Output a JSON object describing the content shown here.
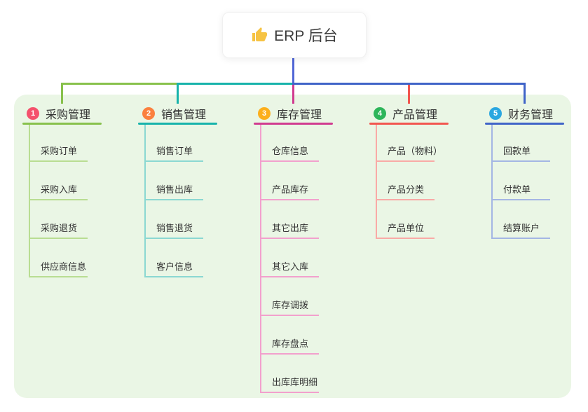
{
  "root": {
    "label": "ERP 后台",
    "icon": "thumbs-up-icon",
    "icon_color": "#f6c343",
    "connector_color": "#5166d6"
  },
  "panel": {
    "background": "#eaf6e5"
  },
  "branches": [
    {
      "number": "1",
      "label": "采购管理",
      "badge_color": "#f4516c",
      "line_color": "#88c14c",
      "light_line_color": "#b9dd92",
      "connector_color": "#88c14c",
      "children": [
        "采购订单",
        "采购入库",
        "采购退货",
        "供应商信息"
      ]
    },
    {
      "number": "2",
      "label": "销售管理",
      "badge_color": "#fb803e",
      "line_color": "#17b3ab",
      "light_line_color": "#8bd8d2",
      "connector_color": "#17b3ab",
      "children": [
        "销售订单",
        "销售出库",
        "销售退货",
        "客户信息"
      ]
    },
    {
      "number": "3",
      "label": "库存管理",
      "badge_color": "#fcaf1c",
      "line_color": "#d13b90",
      "light_line_color": "#f2a0cd",
      "connector_color": "#d13b90",
      "children": [
        "仓库信息",
        "产品库存",
        "其它出库",
        "其它入库",
        "库存调拨",
        "库存盘点",
        "出库库明细"
      ]
    },
    {
      "number": "4",
      "label": "产品管理",
      "badge_color": "#2db55a",
      "line_color": "#f2564f",
      "light_line_color": "#f9aaa6",
      "connector_color": "#f2564f",
      "children": [
        "产品（物料）",
        "产品分类",
        "产品单位"
      ]
    },
    {
      "number": "5",
      "label": "财务管理",
      "badge_color": "#2ba7e0",
      "line_color": "#4064c8",
      "light_line_color": "#a4b6e4",
      "connector_color": "#4064c8",
      "children": [
        "回款单",
        "付款单",
        "结算账户"
      ]
    }
  ],
  "connector_paint_order": [
    0,
    3,
    1,
    4,
    2
  ]
}
